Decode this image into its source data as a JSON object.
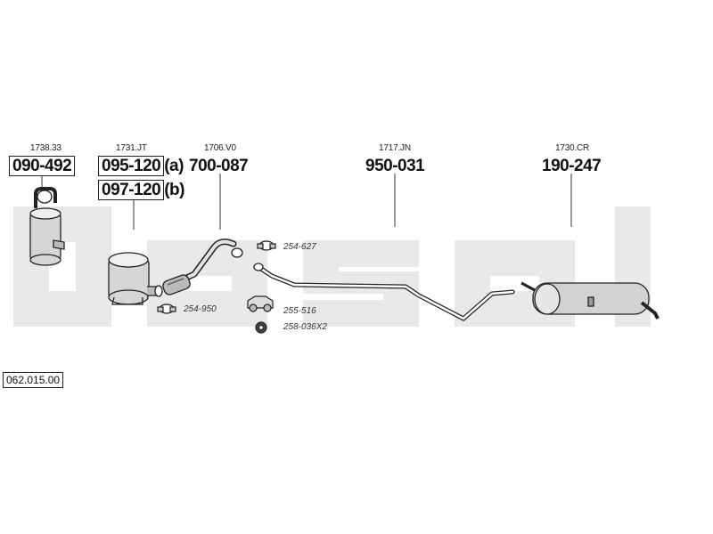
{
  "components": [
    {
      "id": "filter",
      "ref": "1738.33",
      "numbers": [
        {
          "part": "090-492",
          "variant": ""
        }
      ]
    },
    {
      "id": "catalyst",
      "ref": "1731.JT",
      "numbers": [
        {
          "part": "095-120",
          "variant": "(a)"
        },
        {
          "part": "097-120",
          "variant": "(b)"
        }
      ]
    },
    {
      "id": "flexpipe",
      "ref": "1706.V0",
      "numbers": [
        {
          "part": "700-087",
          "variant": ""
        }
      ]
    },
    {
      "id": "middlepipe",
      "ref": "1717.JN",
      "numbers": [
        {
          "part": "950-031",
          "variant": ""
        }
      ]
    },
    {
      "id": "rearsilencer",
      "ref": "1730.CR",
      "numbers": [
        {
          "part": "190-247",
          "variant": ""
        }
      ]
    }
  ],
  "accessories": [
    {
      "code": "254-627",
      "icon": "clamp-icon"
    },
    {
      "code": "254-950",
      "icon": "clamp-icon"
    },
    {
      "code": "255-516",
      "icon": "mounting-bracket-icon"
    },
    {
      "code": "258-036X2",
      "icon": "rubber-hanger-icon"
    }
  ],
  "diagram_code": "062.015.00",
  "watermark": "bosal",
  "colors": {
    "watermark": "#e6e6e6",
    "ink": "#222222",
    "part_fill": "#d8d8d8"
  }
}
